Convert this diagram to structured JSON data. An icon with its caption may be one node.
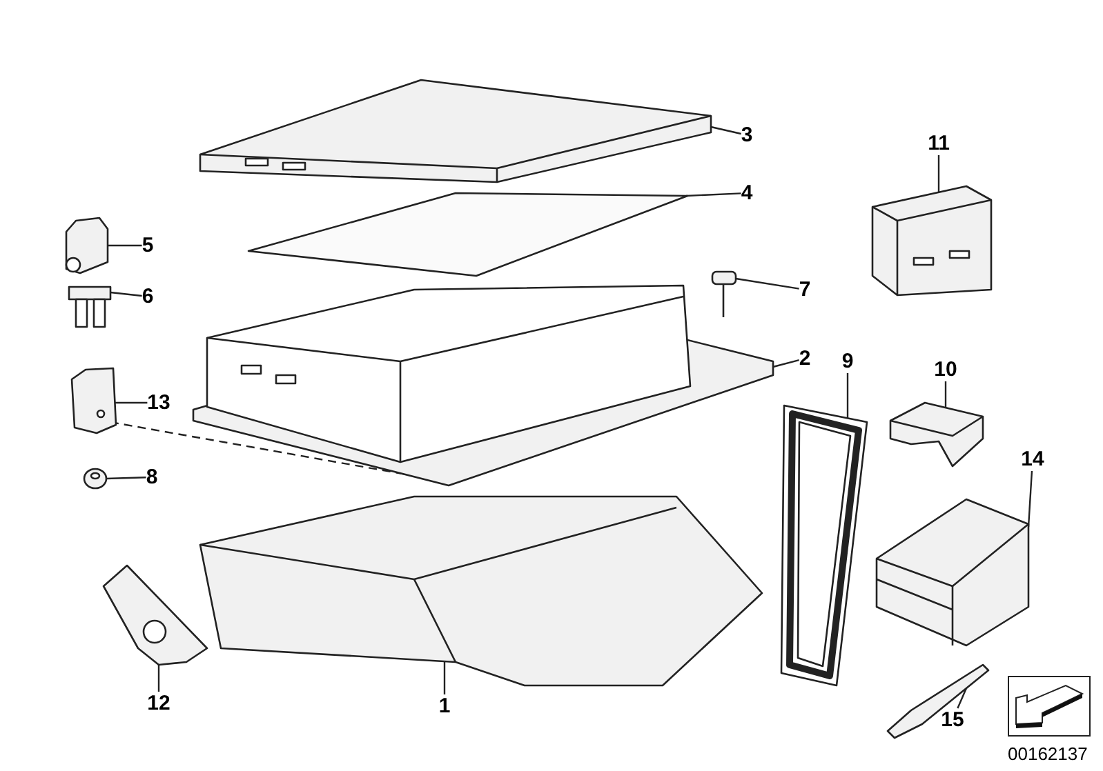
{
  "diagram": {
    "nodes": [
      {
        "text": [
          "3"
        ]
      },
      {
        "text": [
          "11"
        ]
      },
      {
        "text": [
          "4"
        ]
      },
      {
        "text": [
          "5"
        ]
      },
      {
        "text": [
          "7"
        ]
      },
      {
        "text": [
          "6"
        ]
      },
      {
        "text": [
          "2"
        ]
      },
      {
        "text": [
          "9"
        ]
      },
      {
        "text": [
          "10"
        ]
      },
      {
        "text": [
          "13"
        ]
      },
      {
        "text": [
          "14"
        ]
      },
      {
        "text": [
          "8"
        ]
      },
      {
        "text": [
          "12"
        ]
      },
      {
        "text": [
          "1"
        ]
      },
      {
        "text": [
          "15"
        ]
      },
      {
        "text": [],
        "shape": "picture"
      },
      {
        "text": [],
        "shape": "picture"
      },
      {
        "text": [],
        "shape": "picture"
      },
      {
        "text": [],
        "shape": "picture"
      },
      {
        "text": [],
        "shape": "picture"
      },
      {
        "text": [],
        "shape": "picture"
      },
      {
        "text": [],
        "shape": "picture"
      },
      {
        "text": [],
        "shape": "picture"
      },
      {
        "text": [],
        "shape": "picture"
      },
      {
        "text": [],
        "shape": "picture"
      },
      {
        "text": [],
        "shape": "picture"
      },
      {
        "text": [],
        "shape": "picture"
      },
      {
        "text": [],
        "shape": "picture"
      },
      {
        "text": [],
        "shape": "picture"
      },
      {
        "text": [],
        "shape": "picture"
      }
    ],
    "edges": [
      {
        "from": 0,
        "to": 15,
        "arrow": "none"
      },
      {
        "from": 1,
        "to": 16,
        "arrow": "none"
      },
      {
        "from": 2,
        "to": 17,
        "arrow": "none"
      },
      {
        "from": 3,
        "to": 18,
        "arrow": "none"
      },
      {
        "from": 4,
        "to": 19,
        "arrow": "none"
      },
      {
        "from": 5,
        "to": 20,
        "arrow": "none"
      },
      {
        "from": 6,
        "to": 21,
        "arrow": "none"
      },
      {
        "from": 7,
        "to": 22,
        "arrow": "none"
      },
      {
        "from": 8,
        "to": 23,
        "arrow": "none"
      },
      {
        "from": 9,
        "to": 24,
        "arrow": "none"
      },
      {
        "from": 10,
        "to": 25,
        "arrow": "none"
      },
      {
        "from": 11,
        "to": 26,
        "arrow": "none"
      },
      {
        "from": 12,
        "to": 27,
        "arrow": "none"
      },
      {
        "from": 13,
        "to": 28,
        "arrow": "none"
      },
      {
        "from": 14,
        "to": 29,
        "arrow": "none"
      },
      {
        "from": 24,
        "to": 21,
        "arrow": "none",
        "style": "dashed"
      }
    ],
    "labels": [
      "00162137"
    ]
  }
}
